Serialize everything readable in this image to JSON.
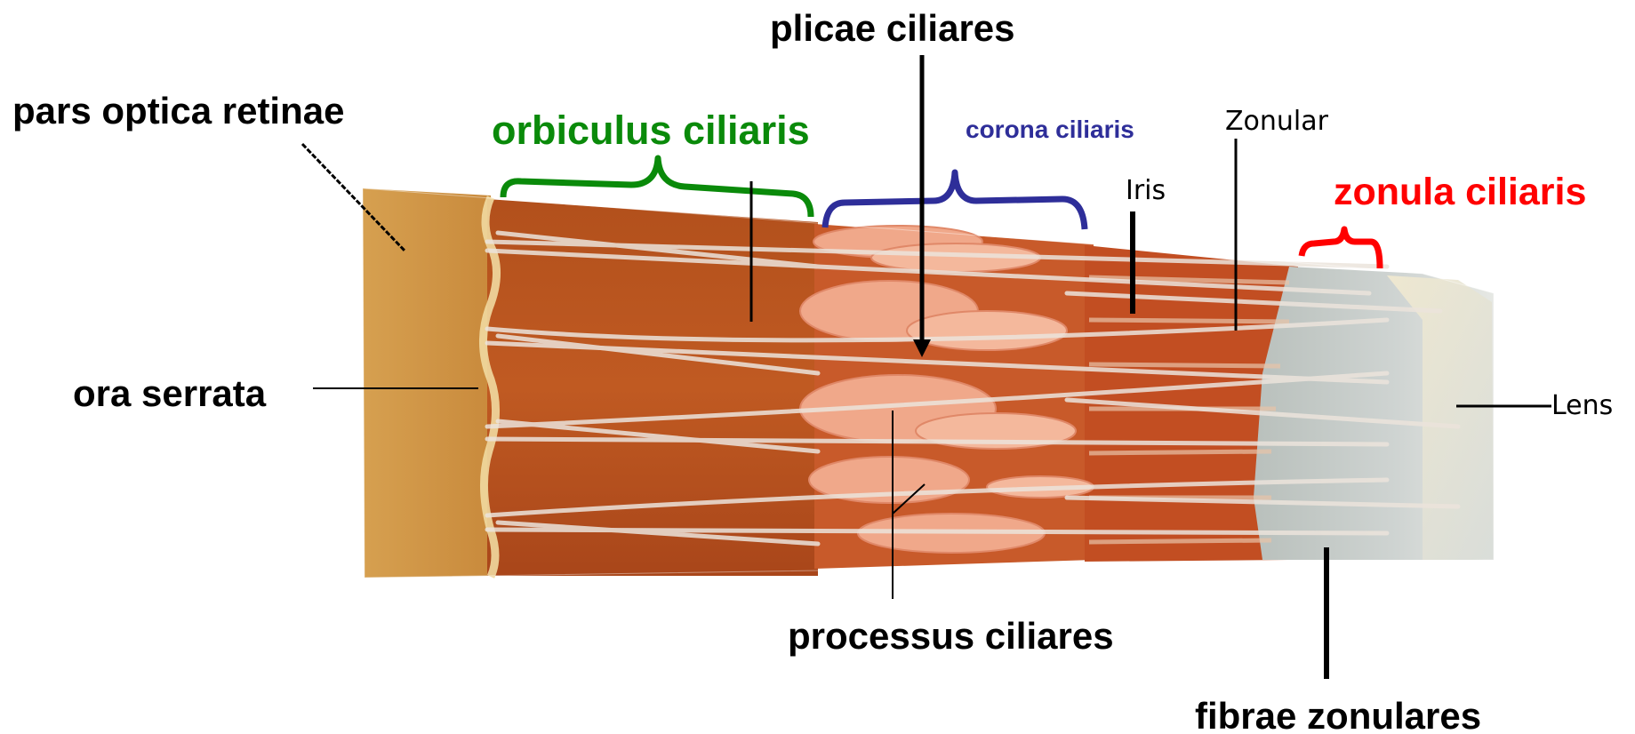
{
  "labels": {
    "pars_optica_retinae": "pars optica retinae",
    "orbiculus_ciliaris": "orbiculus ciliaris",
    "plicae_ciliares": "plicae ciliares",
    "corona_ciliaris": "corona ciliaris",
    "zonular": "Zonular",
    "iris": "Iris",
    "zonula_ciliaris": "zonula ciliaris",
    "ora_serrata": "ora serrata",
    "lens": "Lens",
    "processus_ciliares": "processus ciliares",
    "fibrae_zonulares": "fibrae zonulares"
  },
  "colors": {
    "orbiculus": "#0a8a0a",
    "corona": "#2e2e99",
    "zonula": "#ff0000",
    "text": "#000000",
    "retina": "#d9a04a",
    "ciliary_body": "#b9521c",
    "processes": "#f0a88a",
    "iris": "#c24e22",
    "zonule_region": "#c6ccc8",
    "fibers": "#e6dfd6"
  }
}
